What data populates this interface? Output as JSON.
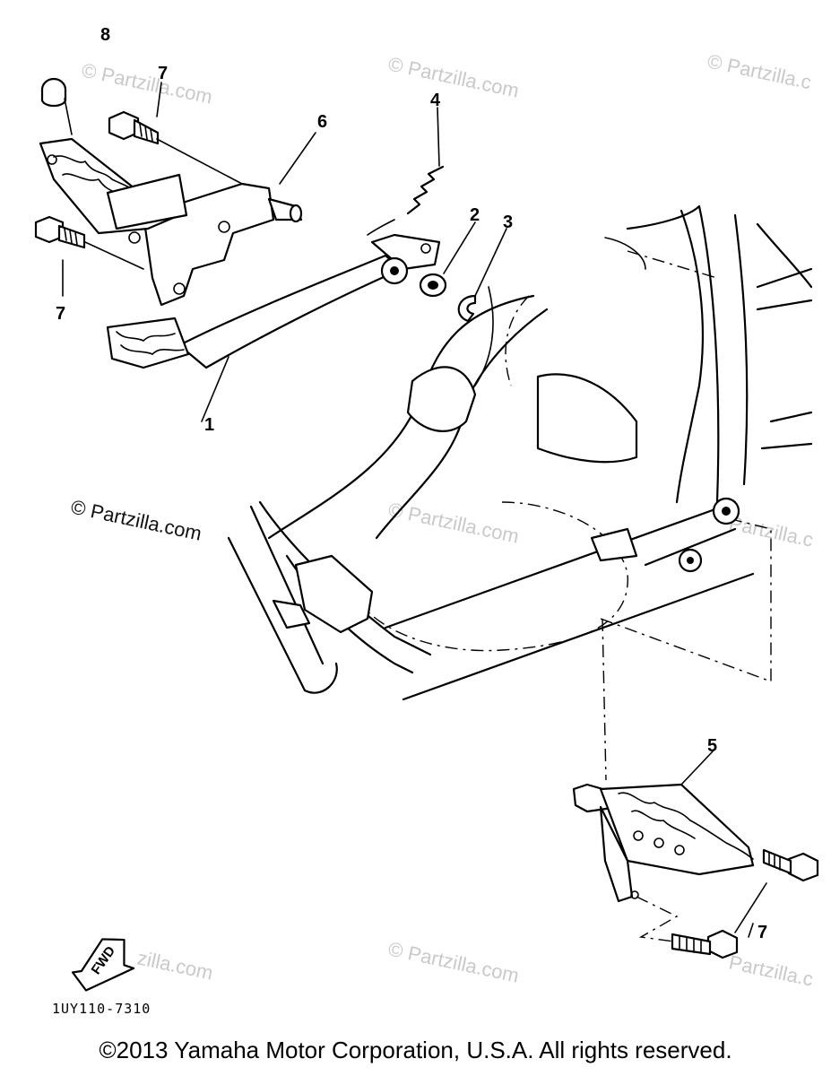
{
  "callouts": {
    "c1": "1",
    "c2": "2",
    "c3": "3",
    "c4": "4",
    "c5": "5",
    "c6": "6",
    "c7a": "7",
    "c7b": "7",
    "c7c": "7",
    "c8": "8"
  },
  "watermarks": {
    "w1": "© Partzilla.com",
    "w2": "© Partzilla.com",
    "w3": "© Partzilla.c",
    "w4": "© Partzilla.com",
    "w5": "© Partzilla.com",
    "w6": "Partzilla.c",
    "w7": "zilla.com",
    "w8": "© Partzilla.com",
    "w9": "Partzilla.c"
  },
  "fwd_label": "FWD",
  "diagram_code": "1UY110-7310",
  "copyright": "©2013 Yamaha Motor Corporation, U.S.A. All rights reserved."
}
